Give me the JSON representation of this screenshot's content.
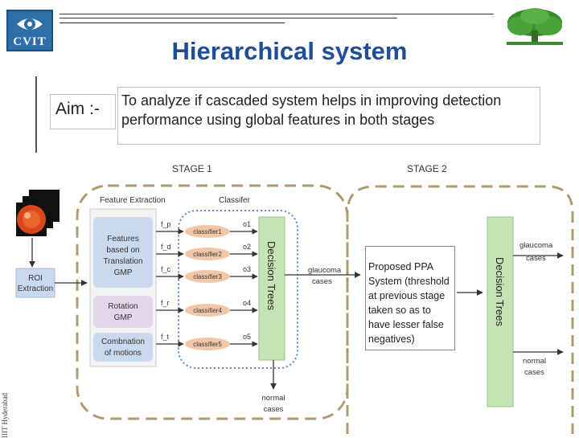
{
  "header": {
    "logo_text": "CVIT",
    "title": "Hierarchical system"
  },
  "aim": {
    "label": "Aim :-",
    "text": "To analyze if cascaded system helps in improving detection performance using global features in both stages"
  },
  "side_text": "IIIT Hyderabad",
  "diagram": {
    "stage1_label": "STAGE 1",
    "stage2_label": "STAGE 2",
    "feature_extraction_label": "Feature Extraction",
    "classifier_label": "Classifer",
    "roi_label": "ROI Extraction",
    "features": [
      {
        "label": "Features based on Translation GMP"
      },
      {
        "label": "Rotation GMP"
      },
      {
        "label": "Combnation of motions"
      }
    ],
    "feature_ids": [
      "f_p",
      "f_d",
      "f_c",
      "f_r",
      "f_t"
    ],
    "classifiers": [
      "classifier1",
      "classifier2",
      "classifier3",
      "classifier4",
      "classifier5"
    ],
    "outputs": [
      "o1",
      "o2",
      "o3",
      "o4",
      "o5"
    ],
    "decision_trees_label": "Decision Trees",
    "glaucoma_cases_label": "glaucoma cases",
    "normal_cases_label": "normal cases",
    "ppa_text": "Proposed PPA System (threshold at previous stage taken so as to have lesser false negatives)",
    "stage2_decision_label": "Decision Trees",
    "stage2_glaucoma_label": "glaucoma cases",
    "stage2_normal_label": "normal cases"
  },
  "colors": {
    "title": "#1f4e96",
    "feature_box": "#c9d9ee",
    "rotation_box": "#e3d6ea",
    "decision_tree": "#c6e3b5",
    "stage_border": "#b09a70"
  }
}
